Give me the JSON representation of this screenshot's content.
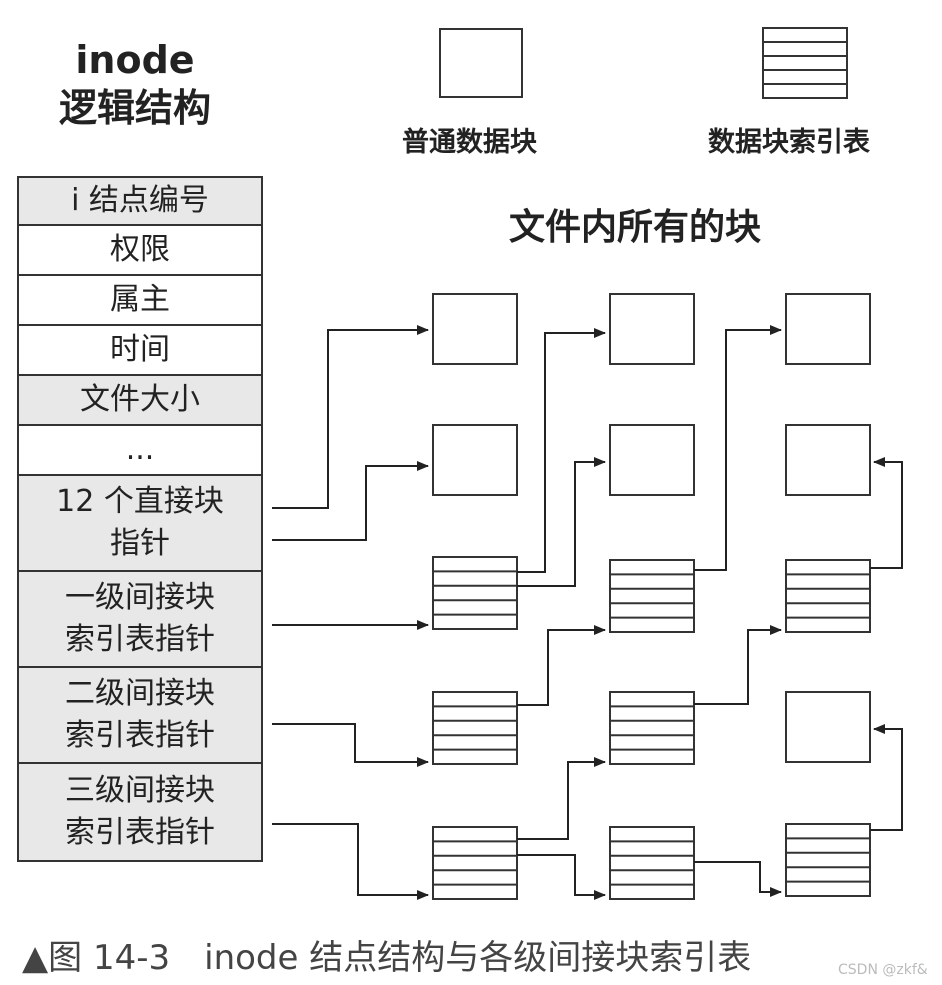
{
  "header": {
    "inode_title": "inode",
    "inode_subtitle": "逻辑结构",
    "files_title": "文件内所有的块"
  },
  "legend": {
    "normal_block": "普通数据块",
    "index_block": "数据块索引表"
  },
  "inode_fields": [
    {
      "lines": [
        "i 结点编号"
      ],
      "shaded": true
    },
    {
      "lines": [
        "权限"
      ],
      "shaded": false
    },
    {
      "lines": [
        "属主"
      ],
      "shaded": false
    },
    {
      "lines": [
        "时间"
      ],
      "shaded": false
    },
    {
      "lines": [
        "文件大小"
      ],
      "shaded": true
    },
    {
      "lines": [
        "..."
      ],
      "shaded": false
    },
    {
      "lines": [
        "12 个直接块",
        "指针"
      ],
      "shaded": true
    },
    {
      "lines": [
        "一级间接块",
        "索引表指针"
      ],
      "shaded": true
    },
    {
      "lines": [
        "二级间接块",
        "索引表指针"
      ],
      "shaded": true
    },
    {
      "lines": [
        "三级间接块",
        "索引表指针"
      ],
      "shaded": true
    }
  ],
  "caption": "▲图 14-3　inode 结点结构与各级间接块索引表",
  "watermark": "CSDN @zkf&"
}
